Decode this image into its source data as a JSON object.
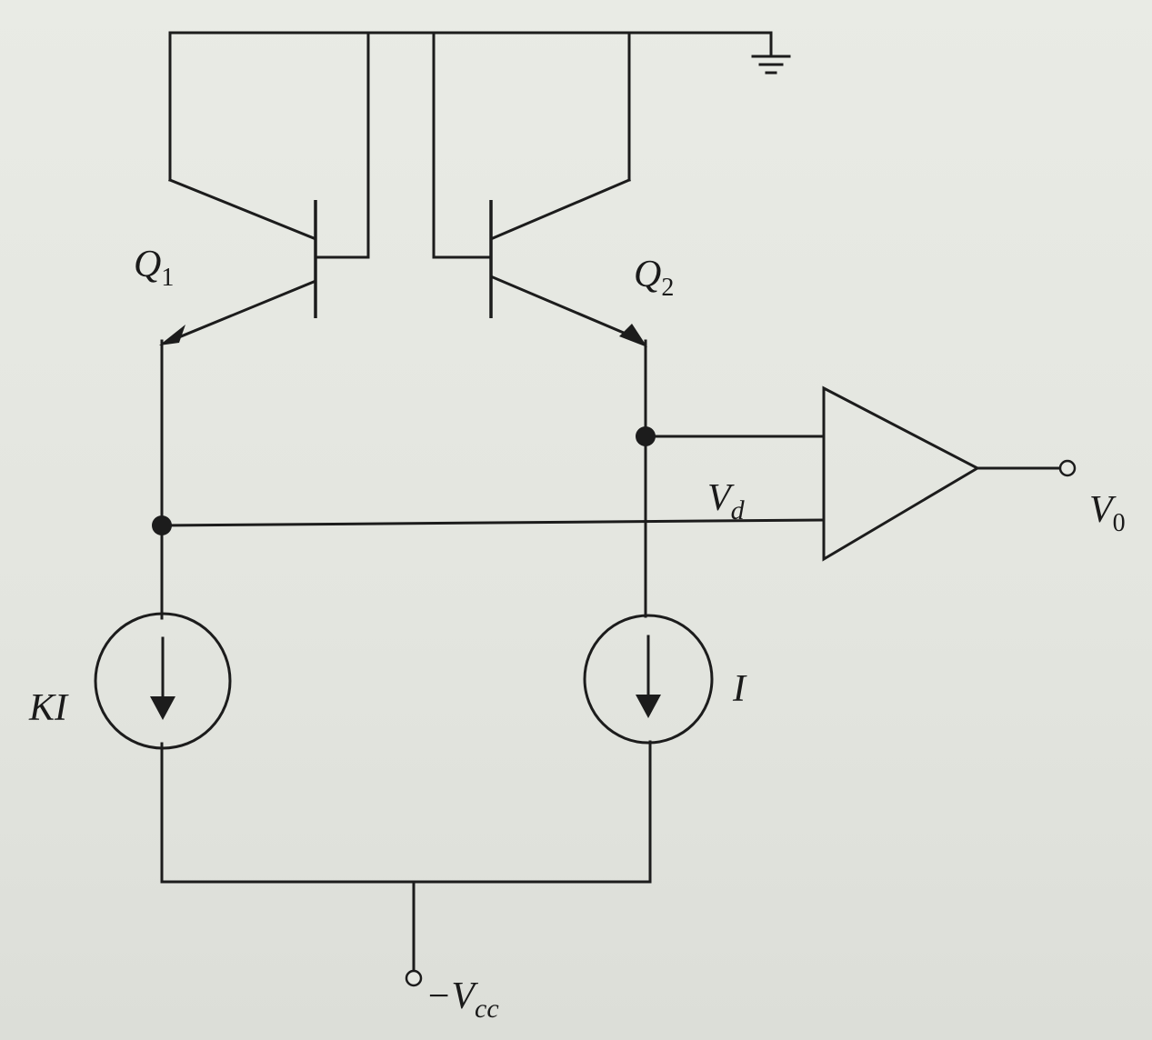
{
  "labels": {
    "q1_base": "Q",
    "q1_sub": "1",
    "q2_base": "Q",
    "q2_sub": "2",
    "vd_base": "V",
    "vd_sub": "d",
    "v0_base": "V",
    "v0_sub": "0",
    "ki": "KI",
    "i": "I",
    "vcc_base": "−V",
    "vcc_sub": "cc"
  }
}
